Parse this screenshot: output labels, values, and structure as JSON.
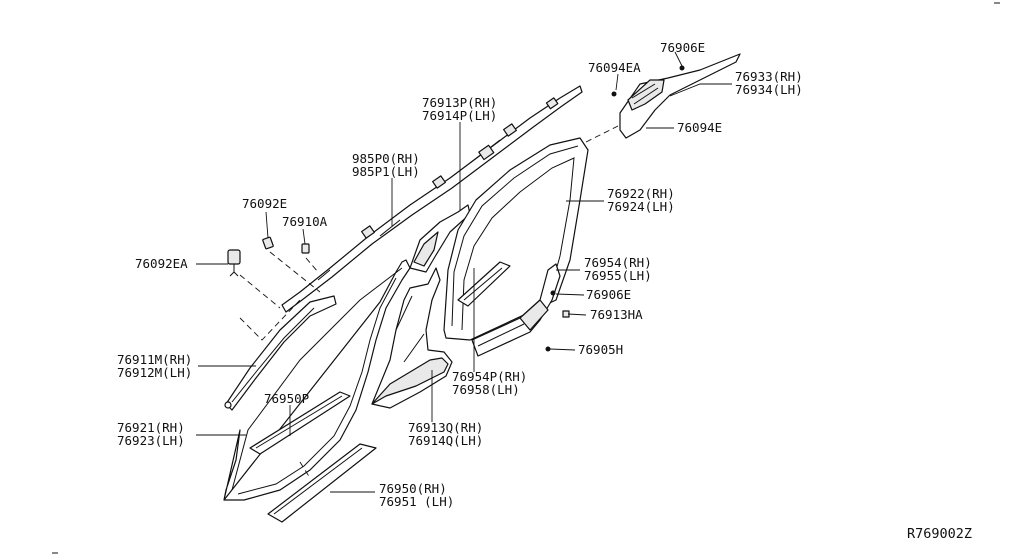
{
  "diagram_id": "R769002Z",
  "labels": {
    "p76906E_top": "76906E",
    "p76094EA": "76094EA",
    "p76933": "76933(RH)",
    "p76934": "76934(LH)",
    "p76094E": "76094E",
    "p76913P": "76913P(RH)",
    "p76914P": "76914P(LH)",
    "p985P0": "985P0(RH)",
    "p985P1": "985P1(LH)",
    "p76922": "76922(RH)",
    "p76924": "76924(LH)",
    "p76092E": "76092E",
    "p76910A": "76910A",
    "p76092EA": "76092EA",
    "p76954": "76954(RH)",
    "p76955": "76955(LH)",
    "p76906E_mid": "76906E",
    "p76913HA": "76913HA",
    "p76905H": "76905H",
    "p76911M": "76911M(RH)",
    "p76912M": "76912M(LH)",
    "p76954P": "76954P(RH)",
    "p76958": "76958(LH)",
    "p76950P": "76950P",
    "p76921": "76921(RH)",
    "p76923": "76923(LH)",
    "p76913Q": "76913Q(RH)",
    "p76914Q": "76914Q(LH)",
    "p76950": "76950(RH)",
    "p76951": "76951 (LH)"
  }
}
